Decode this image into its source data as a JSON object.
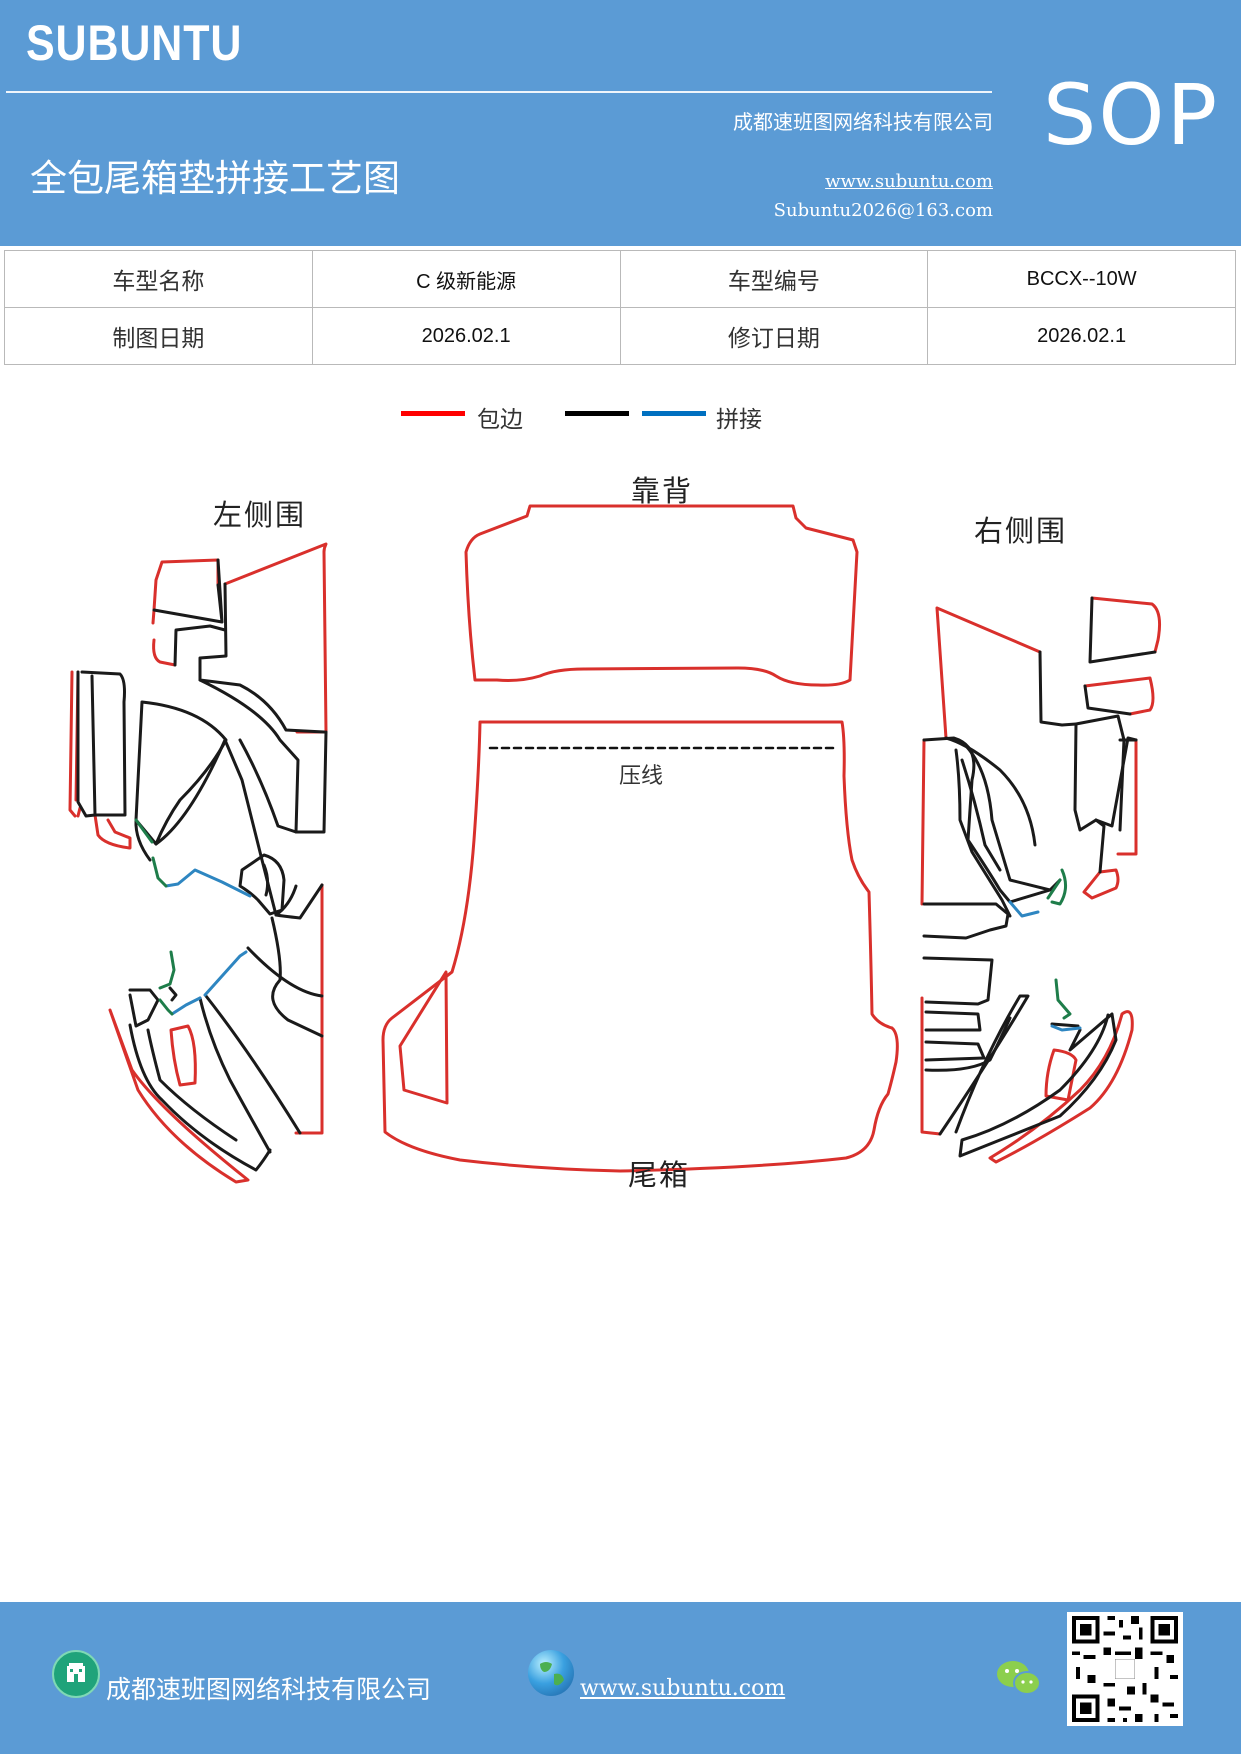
{
  "header": {
    "brand": "SUBUNTU",
    "company": "成都速班图网络科技有限公司",
    "title": "全包尾箱垫拼接工艺图",
    "website": "www.subuntu.com",
    "email": "Subuntu2026@163.com",
    "badge": "SOP"
  },
  "info_table": {
    "rows": [
      {
        "label1": "车型名称",
        "value1": "C 级新能源",
        "label2": "车型编号",
        "value2": "BCCX--10W"
      },
      {
        "label1": "制图日期",
        "value1": "2026.02.1",
        "label2": "修订日期",
        "value2": "2026.02.1"
      }
    ]
  },
  "legend": {
    "items": [
      {
        "color": "#ff0000",
        "label": "包边"
      },
      {
        "color": "#000000",
        "label": ""
      },
      {
        "color": "#0070c0",
        "label": "拼接"
      }
    ]
  },
  "diagram": {
    "labels": {
      "left": "左侧围",
      "back": "靠背",
      "right": "右侧围",
      "trunk": "尾箱",
      "press_line": "压线"
    },
    "colors": {
      "edge": "#d9302c",
      "cut": "#1a1a1a",
      "join": "#2e86c1",
      "seam": "#1e7d4a"
    }
  },
  "footer": {
    "company": "成都速班图网络科技有限公司",
    "website": "www.subuntu.com"
  },
  "icons": [
    "building-icon",
    "globe-icon",
    "wechat-icon",
    "qr-code"
  ]
}
